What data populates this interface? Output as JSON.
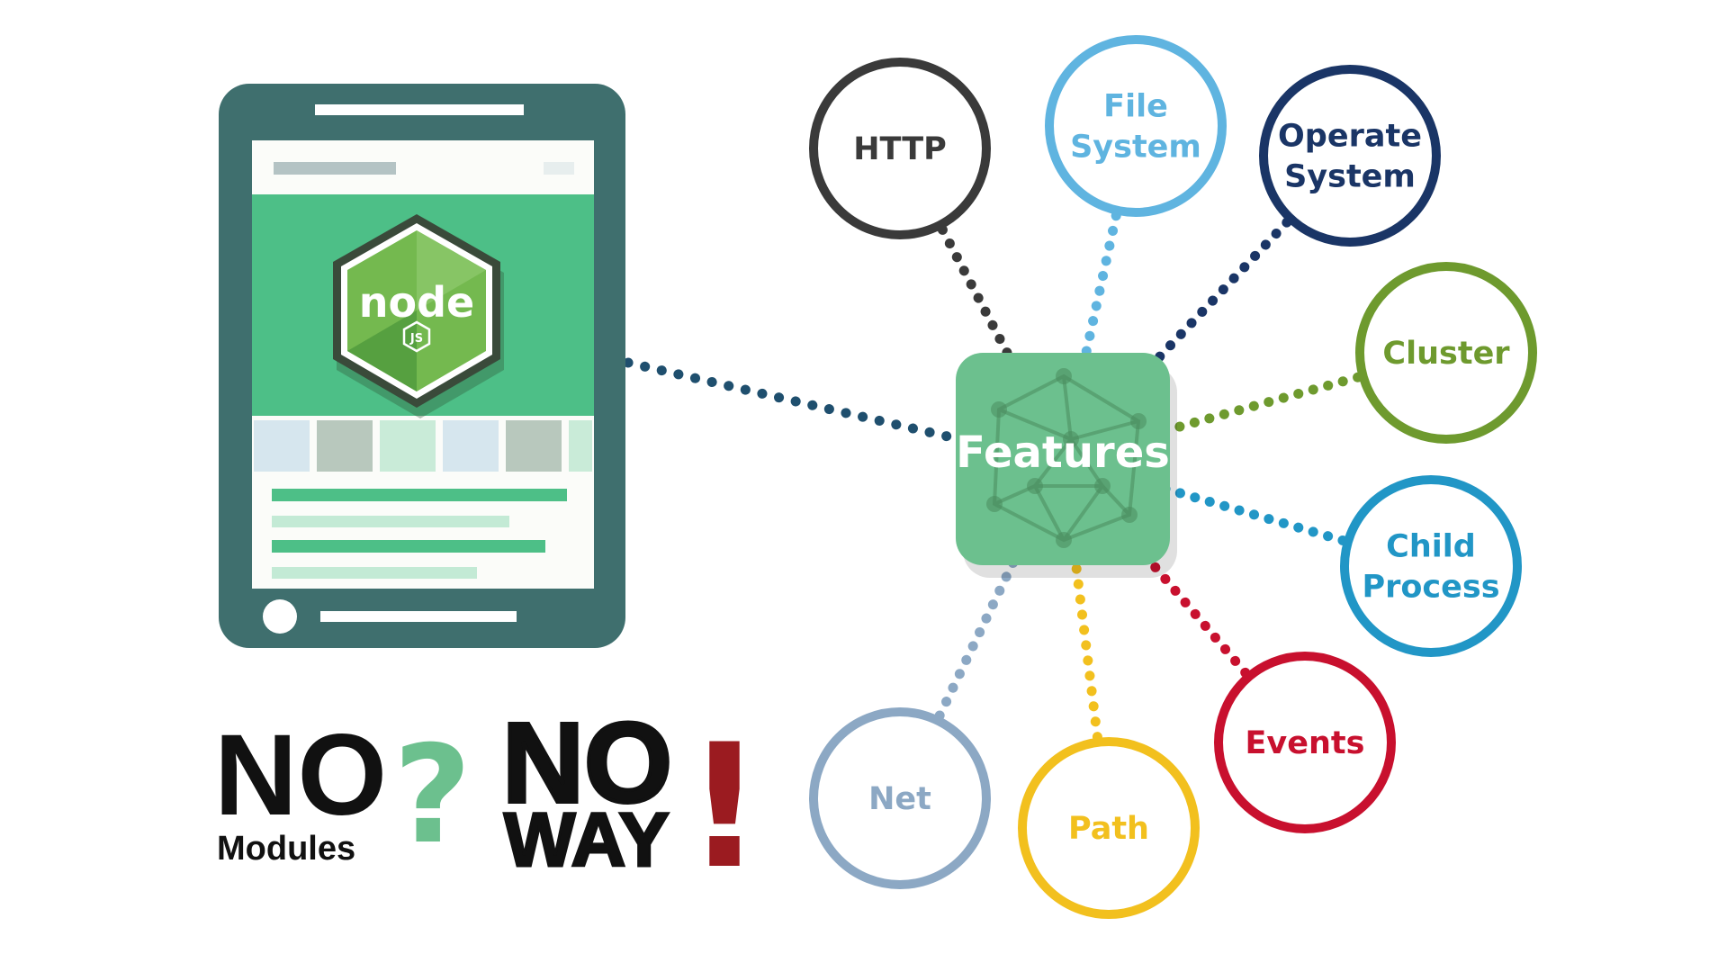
{
  "hub": {
    "label": "Features",
    "color": "#6cc08e"
  },
  "nodes": [
    {
      "id": "http",
      "line1": "HTTP",
      "line2": "",
      "color": "#3a3a3a"
    },
    {
      "id": "file-system",
      "line1": "File",
      "line2": "System",
      "color": "#5fb4e0"
    },
    {
      "id": "operate-system",
      "line1": "Operate",
      "line2": "System",
      "color": "#1a3566"
    },
    {
      "id": "cluster",
      "line1": "Cluster",
      "line2": "",
      "color": "#6e9a2e"
    },
    {
      "id": "child-process",
      "line1": "Child",
      "line2": "Process",
      "color": "#2196c6"
    },
    {
      "id": "events",
      "line1": "Events",
      "line2": "",
      "color": "#c8102e"
    },
    {
      "id": "path",
      "line1": "Path",
      "line2": "",
      "color": "#f2c01e"
    },
    {
      "id": "net",
      "line1": "Net",
      "line2": "",
      "color": "#8ca8c4"
    }
  ],
  "tablet": {
    "frame_color": "#3f6f6e",
    "banner_color": "#4dbf87",
    "logo_word": "node",
    "logo_sub": "JS",
    "link_color": "#1f4f6e"
  },
  "slogan": {
    "no1": "NO",
    "modules": "Modules",
    "question": "?",
    "no2": "NO",
    "way": "WAY",
    "exclaim": "!",
    "question_color": "#6cc08e",
    "exclaim_color": "#9b1b20"
  }
}
